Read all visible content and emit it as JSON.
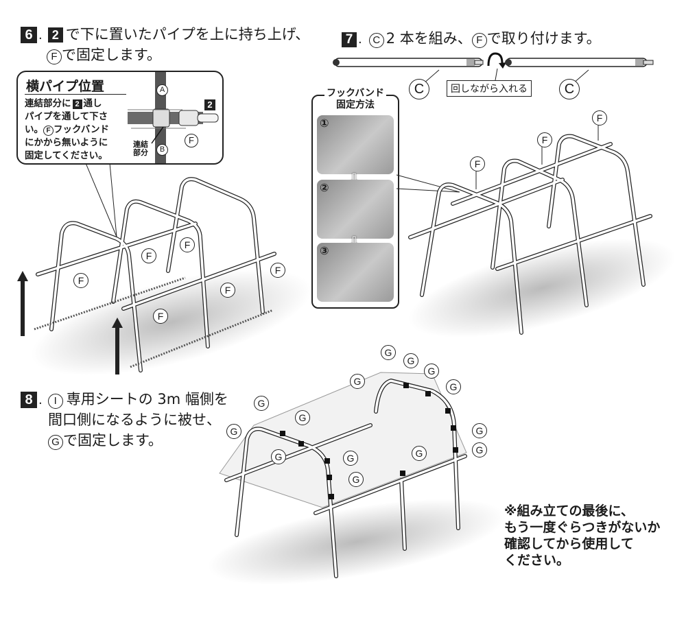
{
  "step6": {
    "number": "6",
    "ref_box": "2",
    "line1": "で下に置いたパイプを上に持ち上げ、",
    "line2_circle": "F",
    "line2": "で固定します。",
    "callout": {
      "title": "横パイプ位置",
      "text_part1": "連結部分に",
      "text_box": "2",
      "text_part2": "通し",
      "line2": "パイプを通して下さ",
      "line3_pre": "い。",
      "line3_circle": "F",
      "line3_post": "フックバンド",
      "line4": "にかから無いように",
      "line5": "固定してください。",
      "label_a": "A",
      "label_b": "B",
      "label_f": "F",
      "label_2": "2",
      "joint_label_1": "連結",
      "joint_label_2": "部分"
    },
    "f_labels": [
      "F",
      "F",
      "F",
      "F",
      "F",
      "F"
    ]
  },
  "step7": {
    "number": "7",
    "circle_c": "C",
    "text1": "2 本を組み、",
    "circle_f": "F",
    "text2": "で取り付けます。",
    "pipe_label_left": "C",
    "pipe_label_right": "C",
    "rotate_label": "回しながら入れる",
    "hookband": {
      "title1": "フックバンド",
      "title2": "固定方法",
      "steps": [
        "①",
        "②",
        "③"
      ]
    },
    "f_labels": [
      "F",
      "F",
      "F"
    ]
  },
  "step8": {
    "number": "8",
    "circle_i": "I",
    "line1": "専用シートの 3m 幅側を",
    "line2": "間口側になるように被せ、",
    "circle_g": "G",
    "line3": "で固定します。",
    "g_labels": [
      "G",
      "G",
      "G",
      "G",
      "G",
      "G",
      "G",
      "G",
      "G",
      "G",
      "G",
      "G",
      "G",
      "G"
    ]
  },
  "note": {
    "line1": "※組み立ての最後に、",
    "line2": "もう一度ぐらつきがないか",
    "line3": "確認してから使用して",
    "line4": "ください。"
  }
}
